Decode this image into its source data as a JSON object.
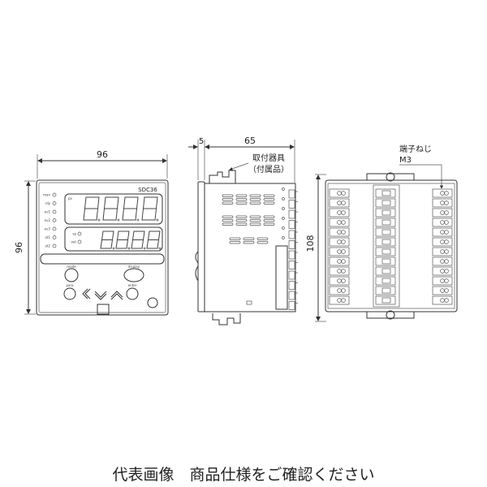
{
  "front_view": {
    "width_dim": "96",
    "height_dim": "96",
    "model": "SDC36",
    "pv_label": "pv",
    "leds": [
      "man",
      "rdy",
      "ev1",
      "ev2",
      "ev3",
      "ot1",
      "ot2"
    ],
    "sub_leds": [
      "sp",
      "out"
    ],
    "buttons": {
      "mode": "mode",
      "display": "display",
      "para": "para",
      "enter": "enter"
    }
  },
  "side_view": {
    "front_dim": "5",
    "depth_dim": "65",
    "bracket_label": "取付器具",
    "bracket_note": "（付属品）"
  },
  "rear_view": {
    "height_dim": "108",
    "screw_label": "端子ねじ",
    "screw_size": "M3",
    "terminal_rows": 12
  },
  "caption": "代表画像　商品仕様をご確認ください"
}
